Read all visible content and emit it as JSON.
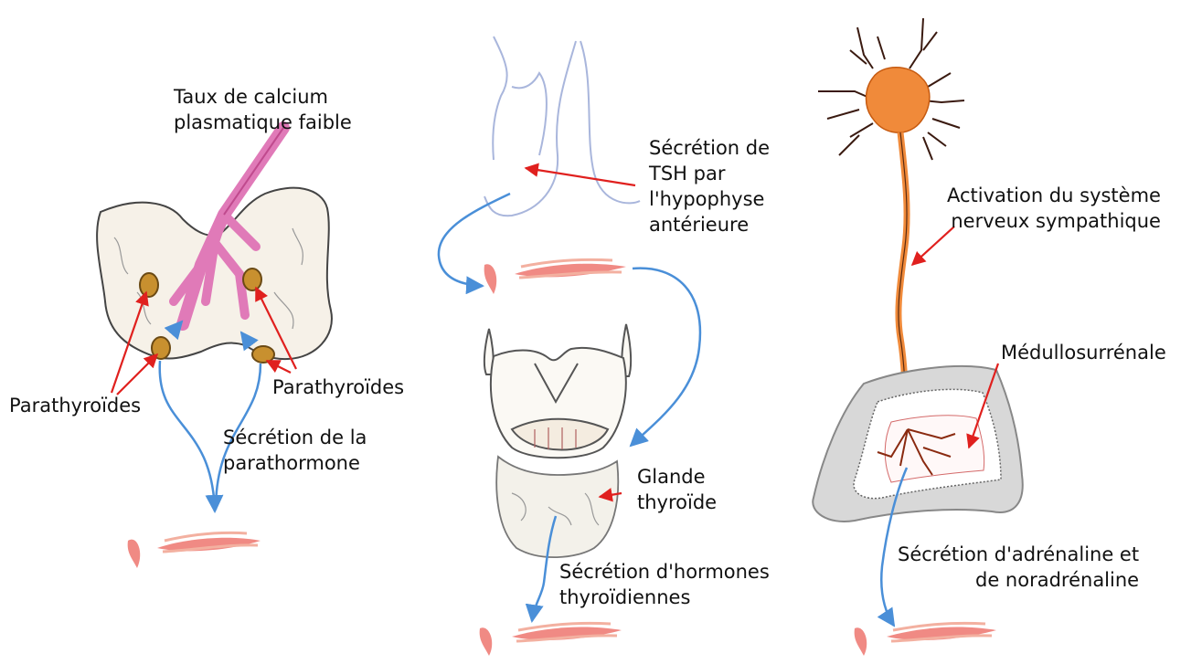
{
  "colors": {
    "annotation_arrow": "#e0201e",
    "secretion_arrow": "#4a8fd8",
    "neuron": "#f08a3a",
    "parathyroid_gland": "#c8902f",
    "pituitary_outline": "#a9b6dc",
    "target_tissue": "#f08a84",
    "vessel": "#e07ab8"
  },
  "panels": {
    "parathyroid": {
      "calcium_label": [
        "Taux de calcium",
        "plasmatique faible"
      ],
      "parathyroid_left_label": "Parathyroïdes",
      "parathyroid_right_label": "Parathyroïdes",
      "secretion_label": [
        "Sécrétion de la",
        "parathormone"
      ],
      "icons": [
        "thyroid-back-view-icon",
        "blood-vessel-icon",
        "target-tissue-icon"
      ]
    },
    "thyroid": {
      "tsh_label": [
        "Sécrétion de",
        "TSH par",
        "l'hypophyse",
        "antérieure"
      ],
      "gland_label": [
        "Glande",
        "thyroïde"
      ],
      "secretion_label": [
        "Sécrétion d'hormones",
        "thyroïdiennes"
      ],
      "icons": [
        "pituitary-icon",
        "larynx-icon",
        "thyroid-gland-icon",
        "target-tissue-icon"
      ]
    },
    "adrenal": {
      "nervous_label": [
        "Activation du système",
        "nerveux sympathique"
      ],
      "medulla_label": "Médullosurrénale",
      "secretion_label": [
        "Sécrétion d'adrénaline et",
        "de noradrénaline"
      ],
      "icons": [
        "neuron-icon",
        "adrenal-gland-icon",
        "target-tissue-icon"
      ]
    }
  }
}
